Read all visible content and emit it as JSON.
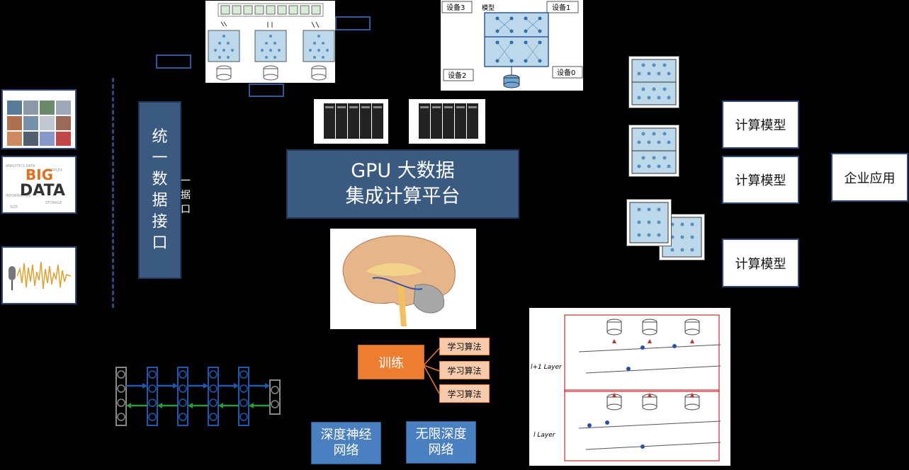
{
  "platform": {
    "line1": "GPU 大数据",
    "line2": "集成计算平台"
  },
  "unified_interface": {
    "chars": [
      "统",
      "一",
      "数",
      "据",
      "接",
      "口"
    ],
    "side_text": "一\n据\n口"
  },
  "compute_models": [
    "计算模型",
    "计算模型",
    "计算模型"
  ],
  "enterprise_app": "企业应用",
  "training": {
    "label": "训练",
    "algorithms": [
      "学习算法",
      "学习算法",
      "学习算法"
    ]
  },
  "networks": {
    "dnn": [
      "深度神经",
      "网络"
    ],
    "infinite": [
      "无限深度",
      "网络"
    ]
  },
  "device_diagram": {
    "labels": [
      "设备3",
      "模型",
      "设备1",
      "设备2",
      "设备0"
    ]
  },
  "layer_diagram": {
    "labels": [
      "l+1 Layer",
      "l Layer"
    ]
  },
  "data_sources": {
    "bigdata_words": [
      "BIG",
      "DATA"
    ]
  },
  "colors": {
    "platform": "#3b5a80",
    "border": "#2f4b7c",
    "train": "#ed7d31",
    "algo": "#f8cbad",
    "net": "#4a7fc0"
  }
}
